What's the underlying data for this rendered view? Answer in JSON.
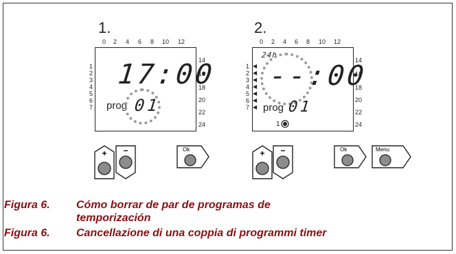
{
  "step1": "1.",
  "step2": "2.",
  "top_scale": [
    "0",
    "2",
    "4",
    "6",
    "8",
    "10",
    "12"
  ],
  "right_scale": [
    "14",
    "16",
    "18",
    "20",
    "22",
    "24"
  ],
  "left_scale": [
    "1",
    "2",
    "3",
    "4",
    "5",
    "6",
    "7"
  ],
  "panel1": {
    "time": "17:00",
    "prog_label": "prog",
    "prog_value": "01"
  },
  "panel2": {
    "mode": "24h",
    "time": "--:00",
    "prog_label": "prog",
    "prog_value": "01",
    "indicator": "1"
  },
  "buttons": {
    "plus": "+",
    "minus": "−",
    "ok": "Ok",
    "menu": "Menu"
  },
  "captions": [
    {
      "label": "Figura 6.",
      "text": "Cómo borrar de par de programas de",
      "text2": "temporización"
    },
    {
      "label": "Figura 6.",
      "text": "Cancellazione di una coppia di programmi timer"
    }
  ],
  "colors": {
    "caption": "#8a0f11",
    "dashed_circle": "#9a9a9a",
    "button_fill": "#8c8c8c"
  }
}
